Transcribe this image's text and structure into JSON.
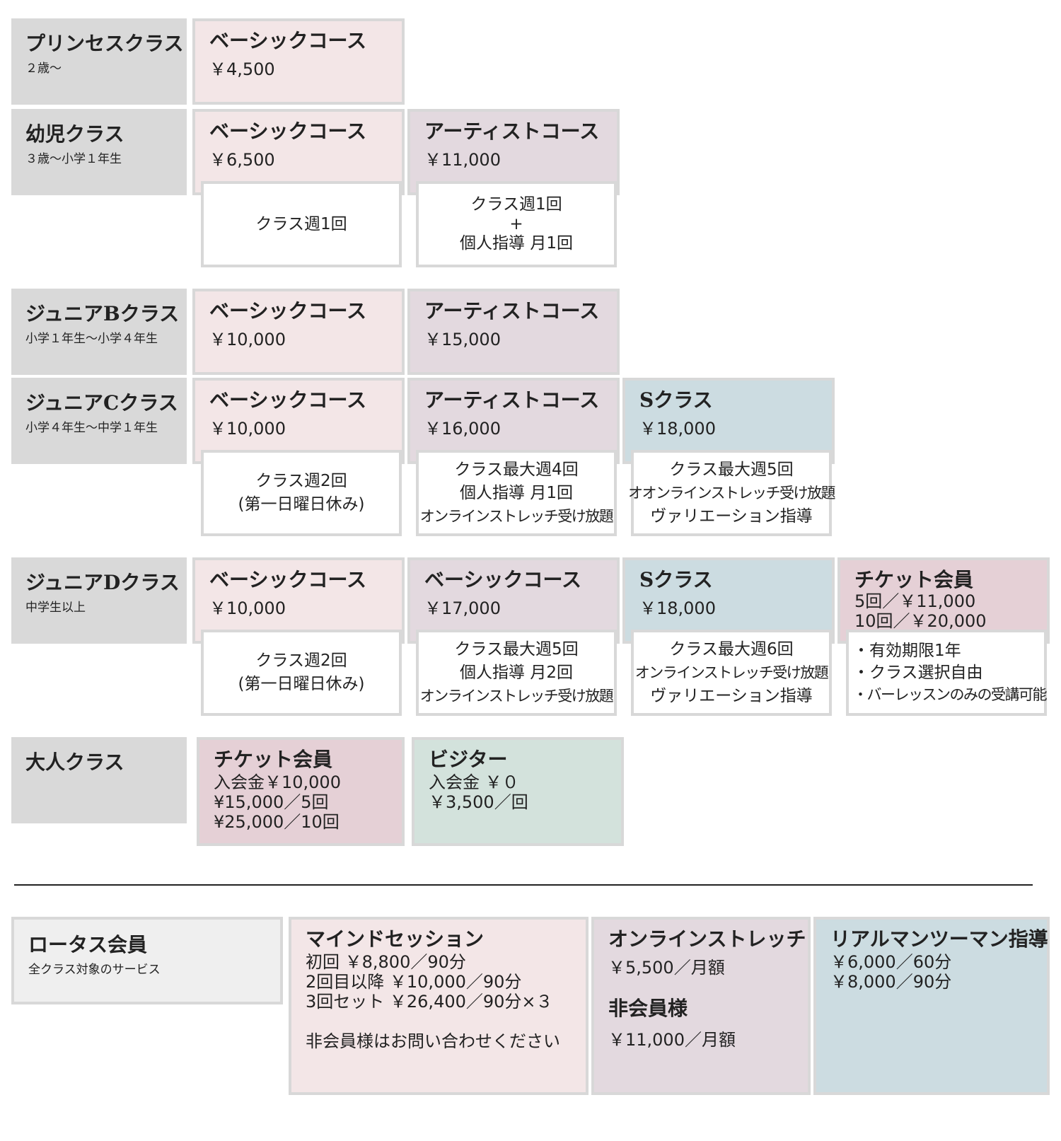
{
  "princess": {
    "name": "プリンセスクラス",
    "age": "２歳〜",
    "basic": {
      "name": "ベーシックコース",
      "price": "￥4,500"
    }
  },
  "youji": {
    "name": "幼児クラス",
    "age": "３歳〜小学１年生",
    "basic": {
      "name": "ベーシックコース",
      "price": "￥6,500",
      "details": [
        "クラス週1回"
      ]
    },
    "artist": {
      "name": "アーティストコース",
      "price": "￥11,000",
      "details": [
        "クラス週1回",
        "+",
        "個人指導 月1回"
      ]
    }
  },
  "juniorB": {
    "name": "ジュニアBクラス",
    "age": "小学１年生〜小学４年生",
    "basic": {
      "name": "ベーシックコース",
      "price": "￥10,000"
    },
    "artist": {
      "name": "アーティストコース",
      "price": "￥15,000"
    }
  },
  "juniorC": {
    "name": "ジュニアCクラス",
    "age": "小学４年生〜中学１年生",
    "basic": {
      "name": "ベーシックコース",
      "price": "￥10,000",
      "details": [
        "クラス週2回",
        "(第一日曜日休み)"
      ]
    },
    "artist": {
      "name": "アーティストコース",
      "price": "￥16,000",
      "details": [
        "クラス最大週4回",
        "個人指導 月1回",
        "オンラインストレッチ受け放題"
      ]
    },
    "s": {
      "name": "Sクラス",
      "price": "￥18,000",
      "details": [
        "クラス最大週5回",
        "オオンラインストレッチ受け放題",
        "ヴァリエーション指導"
      ]
    }
  },
  "juniorD": {
    "name": "ジュニアDクラス",
    "age": "中学生以上",
    "basic": {
      "name": "ベーシックコース",
      "price": "￥10,000",
      "details": [
        "クラス週2回",
        "(第一日曜日休み)"
      ]
    },
    "basic2": {
      "name": "ベーシックコース",
      "price": "￥17,000",
      "details": [
        "クラス最大週5回",
        "個人指導 月2回",
        "オンラインストレッチ受け放題"
      ]
    },
    "s": {
      "name": "Sクラス",
      "price": "￥18,000",
      "details": [
        "クラス最大週6回",
        "オンラインストレッチ受け放題",
        "ヴァリエーション指導"
      ]
    },
    "ticket": {
      "name": "チケット会員",
      "prices": [
        "5回／￥11,000",
        "10回／￥20,000"
      ],
      "details": [
        "・有効期限1年",
        "・クラス選択自由",
        "・バーレッスンのみの受講可能"
      ]
    }
  },
  "adult": {
    "name": "大人クラス",
    "ticket": {
      "name": "チケット会員",
      "lines": [
        "入会金￥10,000",
        "¥15,000／5回",
        "¥25,000／10回"
      ]
    },
    "visitor": {
      "name": "ビジター",
      "lines": [
        "入会金 ￥０",
        "￥3,500／回"
      ]
    }
  },
  "lotus": {
    "name": "ロータス会員",
    "sub": "全クラス対象のサービス",
    "mind": {
      "name": "マインドセッション",
      "lines": [
        "初回 ￥8,800／90分",
        "2回目以降 ￥10,000／90分",
        "3回セット ￥26,400／90分×３"
      ],
      "note": "非会員様はお問い合わせください"
    },
    "online": {
      "name": "オンラインストレッチ",
      "price": "￥5,500／月額",
      "non_member_title": "非会員様",
      "non_member_price": "￥11,000／月額"
    },
    "real": {
      "name": "リアルマンツーマン指導",
      "lines": [
        "￥6,000／60分",
        "￥8,000／90分"
      ]
    }
  }
}
